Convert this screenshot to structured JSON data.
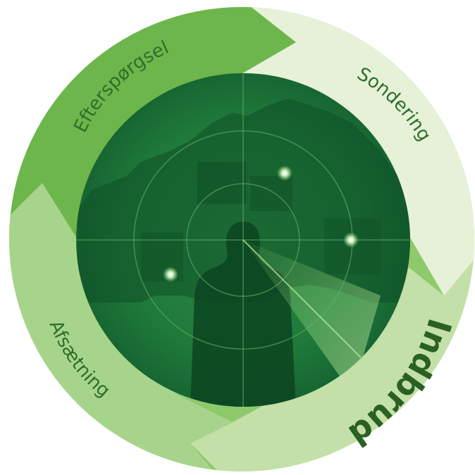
{
  "cycle": {
    "stages": [
      {
        "label": "Efterspørgsel"
      },
      {
        "label": "Sondering"
      },
      {
        "label": "Indbrud"
      },
      {
        "label": "Afsætning"
      }
    ],
    "highlighted_stage": "Indbrud"
  },
  "radar": {
    "blip_count": 3
  },
  "colors": {
    "ring_pale": "#e6f1d8",
    "ring_light": "#c3e0a8",
    "ring_mid": "#8ec96c",
    "ring_dark": "#6db64b",
    "radar_base": "#1f7a3a",
    "radar_dark": "#0f4f26",
    "label_text": "#2f6e2c",
    "label_highlight": "#2a6123"
  }
}
